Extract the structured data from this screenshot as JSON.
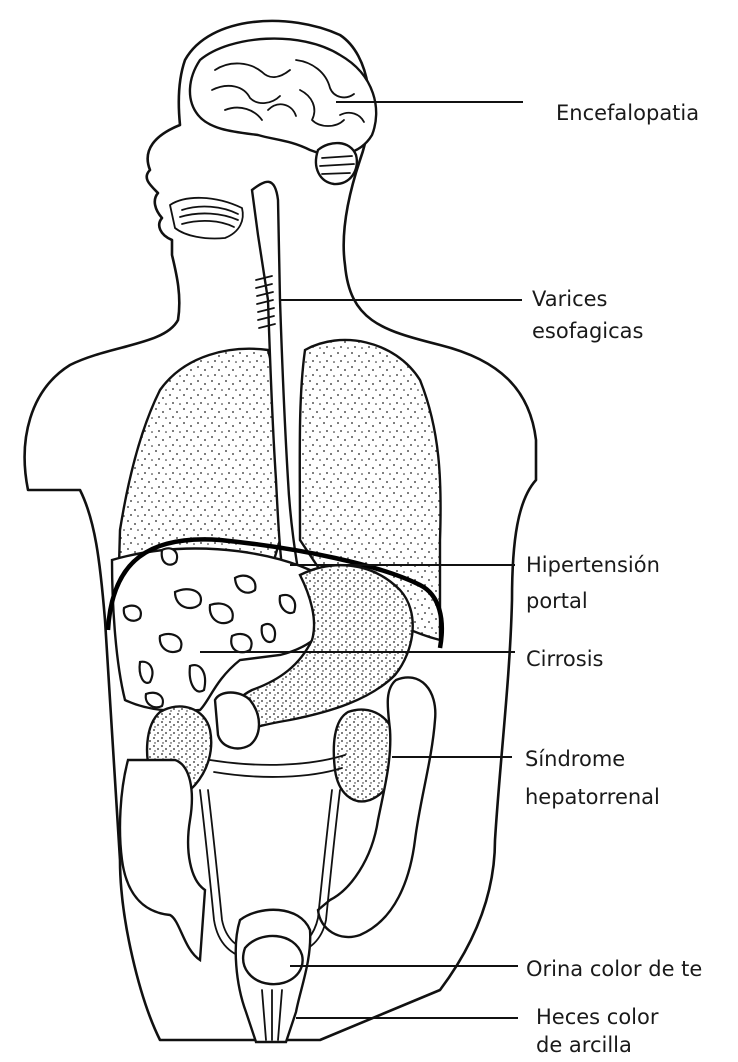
{
  "labels": {
    "encephalopathy": "Encefalopatia",
    "esophageal_varices_1": "Varices",
    "esophageal_varices_2": "esofagicas",
    "portal_hypertension_1": "Hipertensión",
    "portal_hypertension_2": "portal",
    "cirrhosis": "Cirrosis",
    "hepatorenal_1": "Síndrome",
    "hepatorenal_2": "hepatorrenal",
    "urine": "Orina color de te",
    "stool_1": "Heces color",
    "stool_2": "de arcilla"
  }
}
